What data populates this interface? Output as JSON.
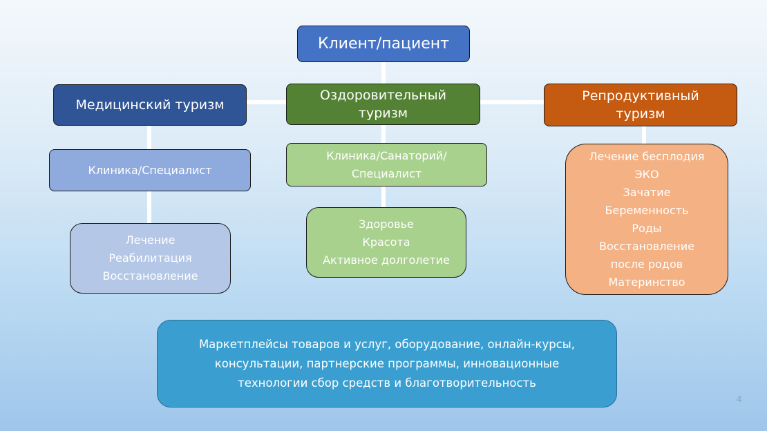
{
  "root": {
    "label": "Клиент/пациент",
    "color": "#4472c4"
  },
  "branches": [
    {
      "title": [
        "Медицинский туризм"
      ],
      "color": "#2f5597",
      "provider": [
        "Клиника/Специалист"
      ],
      "provider_color": "#8faadc",
      "services": [
        "Лечение",
        "Реабилитация",
        "Восстановление"
      ],
      "services_color": "#b4c7e7"
    },
    {
      "title": [
        "Оздоровительный",
        "туризм"
      ],
      "color": "#548235",
      "provider": [
        "Клиника/Санаторий/",
        "Специалист"
      ],
      "provider_color": "#a9d18e",
      "services": [
        "Здоровье",
        "Красота",
        "Активное долголетие"
      ],
      "services_color": "#a9d18e"
    },
    {
      "title": [
        "Репродуктивный",
        "туризм"
      ],
      "color": "#c55a11",
      "services": [
        "Лечение бесплодия",
        "ЭКО",
        "Зачатие",
        "Беременность",
        "Роды",
        "Восстановление",
        "после родов",
        "Материнство"
      ],
      "services_color": "#f4b183"
    }
  ],
  "bottom": {
    "lines": [
      "Маркетплейсы товаров и услуг, оборудование, онлайн-курсы,",
      "консультации, партнерские программы, инновационные",
      "технологии сбор средств и благотворительность"
    ],
    "color": "#3a9fd0"
  },
  "page_number": "4"
}
